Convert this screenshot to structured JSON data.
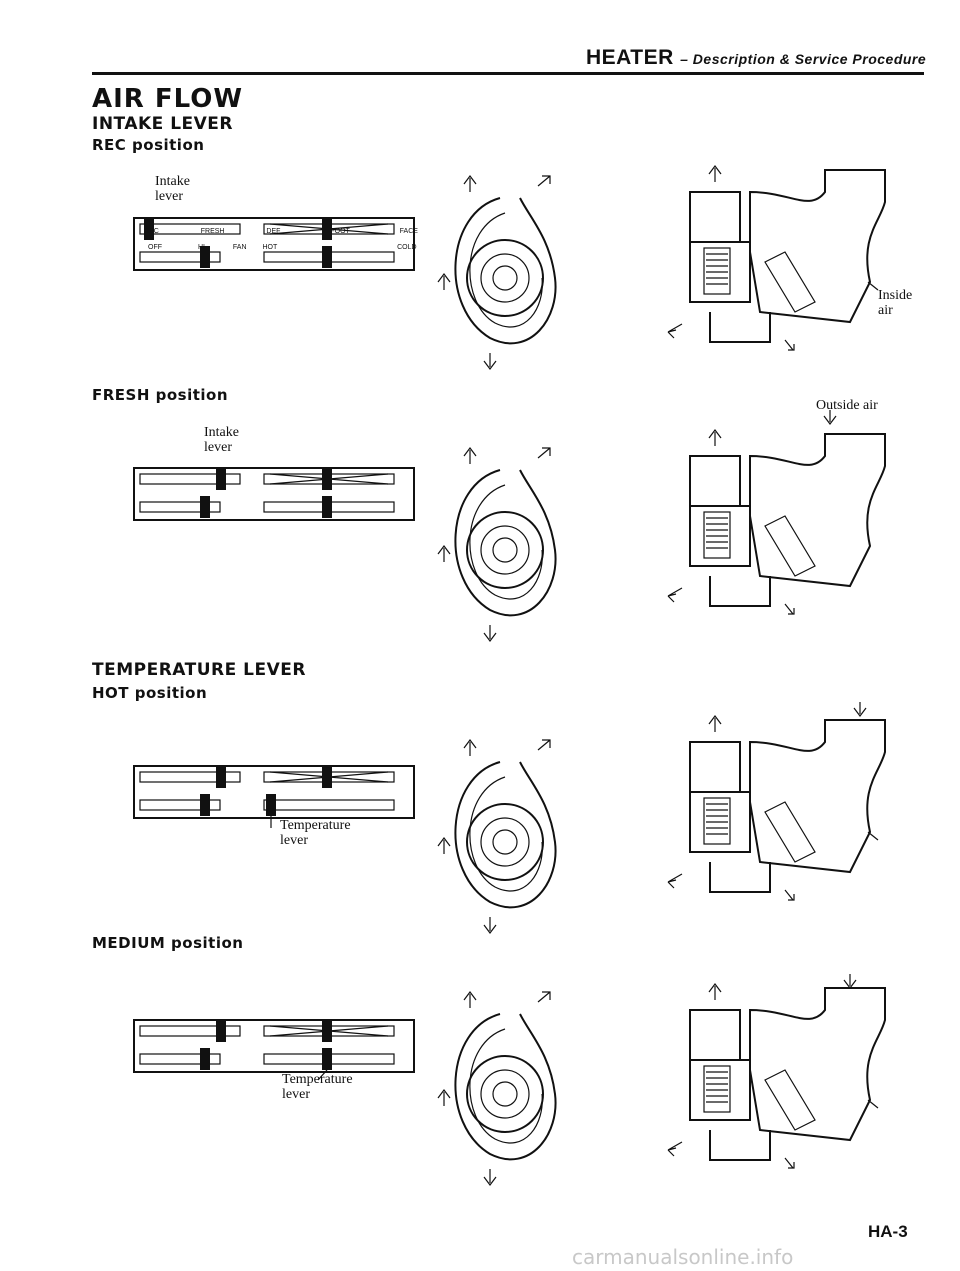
{
  "header": {
    "title": "HEATER",
    "subtitle": "– Description & Service Procedure"
  },
  "sections": {
    "air_flow": "AIR FLOW",
    "intake_lever": "INTAKE LEVER",
    "rec_position": "REC position",
    "fresh_position": "FRESH position",
    "temperature_lever": "TEMPERATURE LEVER",
    "hot_position": "HOT position",
    "medium_position": "MEDIUM position"
  },
  "labels": {
    "intake_lever_1": "Intake\nlever",
    "intake_lever_2": "Intake\nlever",
    "temperature_lever_1": "Temperature\nlever",
    "temperature_lever_2": "Temperature\nlever",
    "inside_air": "Inside\nair",
    "outside_air": "Outside air"
  },
  "panel_text": {
    "rec": "REC",
    "fresh": "FRESH",
    "def": "DEF",
    "foot": "FOOT",
    "face": "FACE",
    "off": "OFF",
    "hi": "HI",
    "fan": "FAN",
    "hot": "HOT",
    "cold": "COLD"
  },
  "page": {
    "number": "HA-3"
  },
  "watermark": "carmanualsonline.info"
}
